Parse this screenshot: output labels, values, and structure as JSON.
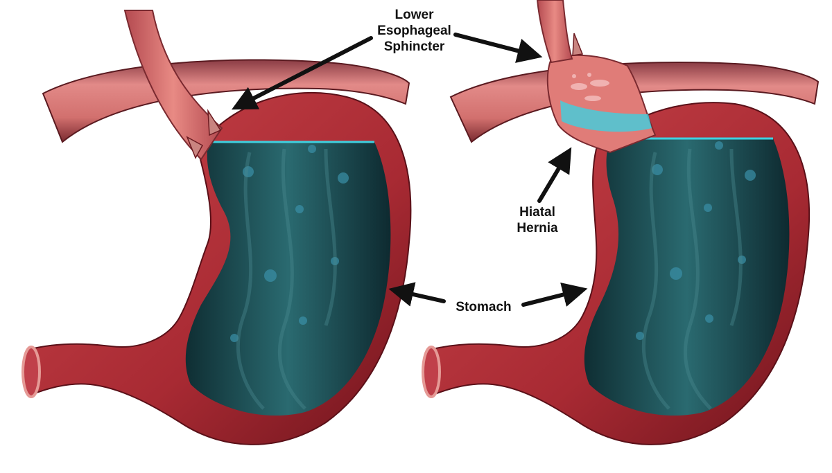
{
  "diagram": {
    "panels": [
      {
        "id": "normal",
        "description": "Normal stomach with lower esophageal sphincter at diaphragm"
      },
      {
        "id": "hernia",
        "description": "Stomach with hiatal hernia pushing through diaphragm"
      }
    ],
    "labels": {
      "les_line1": "Lower",
      "les_line2": "Esophageal",
      "les_line3": "Sphincter",
      "hernia_line1": "Hiatal",
      "hernia_line2": "Hernia",
      "stomach": "Stomach"
    },
    "colors": {
      "tissue": "#b8323a",
      "tissue_dark": "#7a1a22",
      "esophagus": "#d9706c",
      "diaphragm": "#d98080",
      "lumen": "#123a40",
      "acid": "#3fd0e0",
      "arrow": "#111111"
    }
  }
}
